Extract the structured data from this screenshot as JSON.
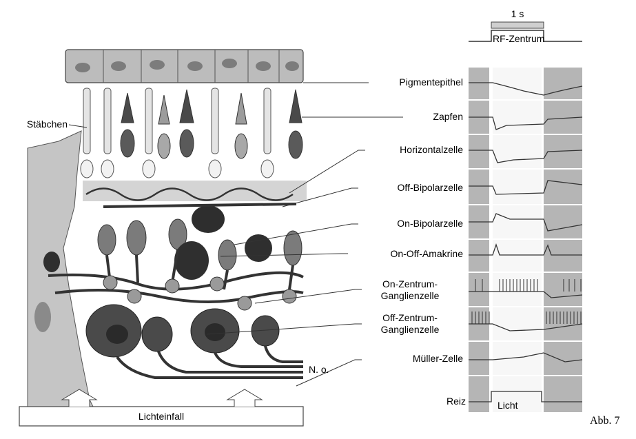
{
  "figure_label": "Abb. 7",
  "timescale": {
    "duration_label": "1 s",
    "stimulus_label": "RF-Zentrum"
  },
  "left_labels": {
    "rods": "Stäbchen",
    "optic_nerve": "N. o.",
    "light_incidence": "Lichteinfall"
  },
  "cell_labels": [
    "Pigmentepithel",
    "Zapfen",
    "Horizontalzelle",
    "Off-Bipolarzelle",
    "On-Bipolarzelle",
    "On-Off-Amakrine",
    "On-Zentrum-Ganglienzelle",
    "Off-Zentrum-Ganglienzelle",
    "Müller-Zelle"
  ],
  "cell_labels_display": {
    "on_center_line1": "On-Zentrum-",
    "on_center_line2": "Ganglienzelle",
    "off_center_line1": "Off-Zentrum-",
    "off_center_line2": "Ganglienzelle"
  },
  "stimulus_trace": {
    "label": "Reiz",
    "light_label": "Licht"
  },
  "colors": {
    "background": "#ffffff",
    "retina_gray": "#c9c9c9",
    "cell_dark": "#3a3a3a",
    "cell_mid": "#7b7b7b",
    "trace_panel": "#b5b5b5",
    "line": "#222222"
  }
}
